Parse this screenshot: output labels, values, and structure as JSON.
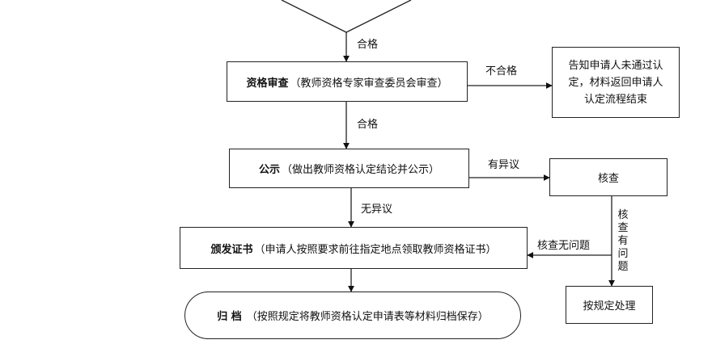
{
  "flow": {
    "review_title": "资格审查",
    "review_detail": "（教师资格专家审查委员会审查）",
    "reject_line1": "告知申请人未通过认",
    "reject_line2": "定，材料返回申请人",
    "reject_line3": "认定流程结束",
    "publicity_title": "公示",
    "publicity_detail": "（做出教师资格认定结论并公示）",
    "verify": "核查",
    "issue_title": "颁发证书",
    "issue_detail": "（申请人按照要求前往指定地点领取教师资格证书）",
    "handle": "按规定处理",
    "archive_title": "归 档",
    "archive_detail": "（按照规定将教师资格认定申请表等材料归档保存）"
  },
  "edges": {
    "pass_1": "合格",
    "fail": "不合格",
    "pass_2": "合格",
    "objection": "有异议",
    "no_objection": "无异议",
    "no_problem": "核查无问题",
    "problem": "核查有问题"
  }
}
